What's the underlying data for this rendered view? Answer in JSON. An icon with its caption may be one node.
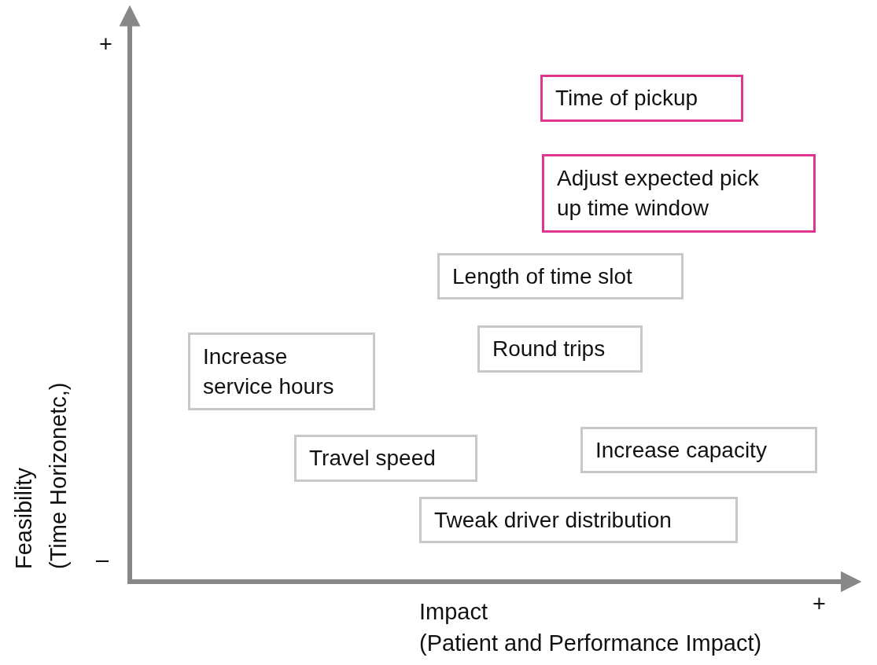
{
  "diagram": {
    "nodes": [
      {
        "text": [
          "Time of pickup"
        ]
      },
      {
        "text": [
          "Adjust expected pick up time window"
        ]
      },
      {
        "text": [
          "Length of time slot"
        ]
      },
      {
        "text": [
          "Round trips"
        ]
      },
      {
        "text": [
          "Increase service hours"
        ]
      },
      {
        "text": [
          "Increase capacity"
        ]
      },
      {
        "text": [
          "Travel speed"
        ]
      },
      {
        "text": [
          "Tweak driver distribution"
        ]
      }
    ],
    "labels": [
      "+",
      "–",
      "Feasibility",
      "(Time Horizonetc,)",
      "Impact",
      "(Patient and Performance Impact)",
      "+"
    ]
  }
}
